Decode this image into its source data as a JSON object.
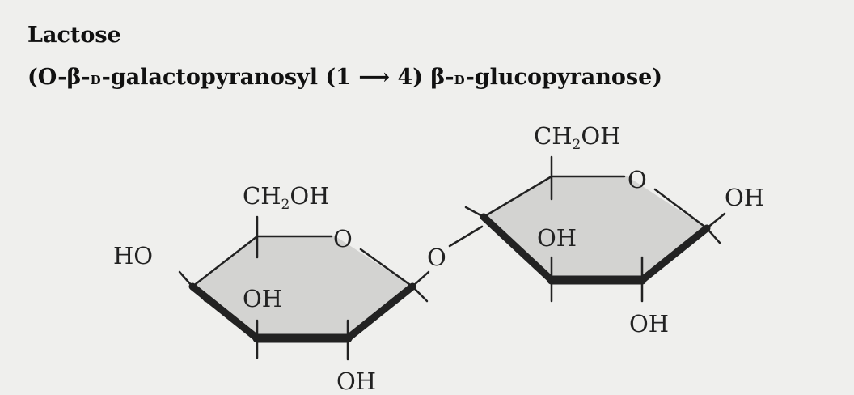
{
  "title": "Lactose",
  "subtitle": {
    "open_paren": "(",
    "o_prefix": "O-β-",
    "d1": "D",
    "part1": "-galactopyranosyl (1 ",
    "arrow": "⟶",
    "part2": " 4) β-",
    "d2": "D",
    "part3": "-glucopyranose)"
  },
  "colors": {
    "ring_fill": "#d3d3d1",
    "background": "#efefed",
    "ink": "#222222"
  },
  "galactose_ring": {
    "ch2oh_main": "CH",
    "ch2oh_sub": "2",
    "ch2oh_end": "OH",
    "ring_o": "O",
    "ho_left": "HO",
    "oh_inner": "OH",
    "oh_bottom": "OH"
  },
  "glycosidic_o": "O",
  "glucose_ring": {
    "ch2oh_main": "CH",
    "ch2oh_sub": "2",
    "ch2oh_end": "OH",
    "ring_o": "O",
    "oh_right": "OH",
    "oh_inner": "OH",
    "oh_bottom": "OH"
  }
}
